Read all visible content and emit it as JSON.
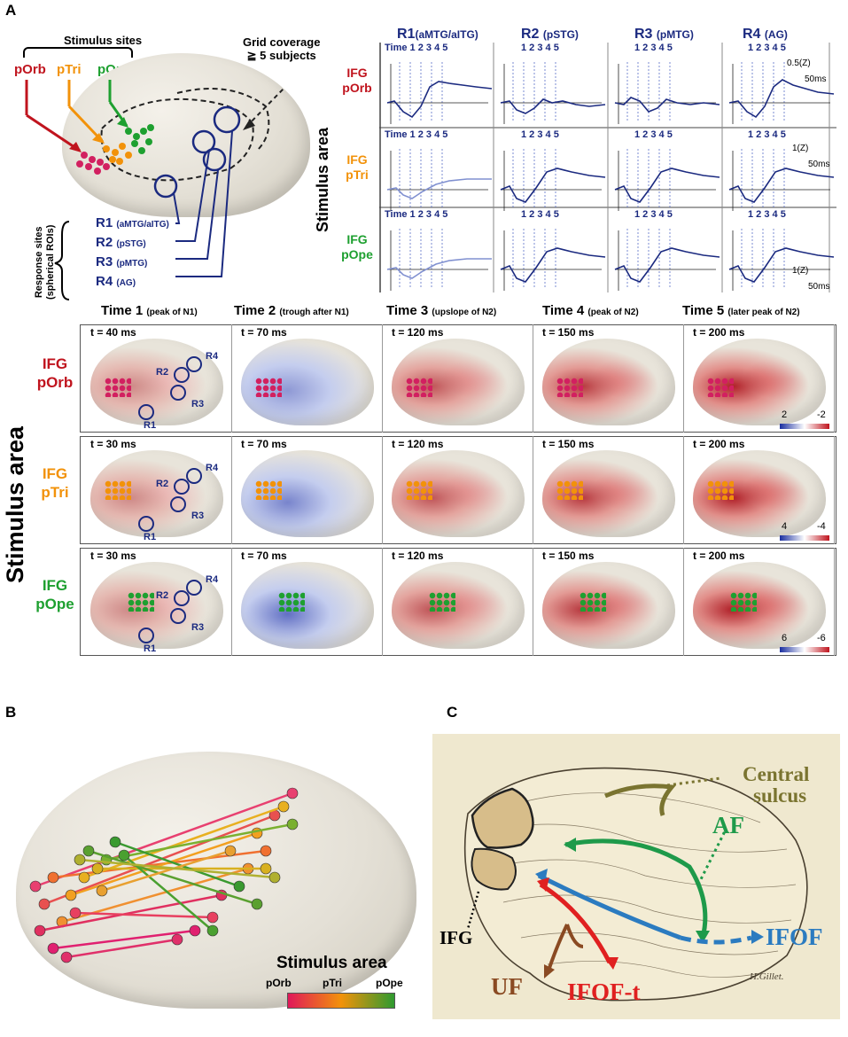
{
  "panels": {
    "a": "A",
    "b": "B",
    "c": "C"
  },
  "colors": {
    "porb": "#c0141e",
    "ptri": "#f2920a",
    "pope": "#1ea030",
    "navy": "#1b2a80",
    "olive": "#7a7430",
    "brown": "#8a4a22",
    "blue": "#2b7bc0"
  },
  "panelA": {
    "stimulus_sites_label": "Stimulus sites",
    "porb": "pOrb",
    "ptri": "pTri",
    "pope": "pOpe",
    "grid_line1": "Grid coverage",
    "grid_line2": "≧ 5 subjects",
    "response_sites_line1": "Response sites",
    "response_sites_line2": "(spherical ROIs)",
    "rois": [
      {
        "id": "R1",
        "desc": "(aMTG/aITG)"
      },
      {
        "id": "R2",
        "desc": "(pSTG)"
      },
      {
        "id": "R3",
        "desc": "(pMTG)"
      },
      {
        "id": "R4",
        "desc": "(AG)"
      }
    ],
    "waveform_headers": [
      {
        "id": "R1",
        "desc": "(aMTG/aITG)"
      },
      {
        "id": "R2",
        "desc": "(pSTG)"
      },
      {
        "id": "R3",
        "desc": "(pMTG)"
      },
      {
        "id": "R4",
        "desc": "(AG)"
      }
    ],
    "stimulus_area_label": "Stimulus area",
    "ifg": "IFG",
    "time_word": "Time",
    "time_ticks": "1 2  3 4  5",
    "scale_05": "0.5(Z)",
    "scale_1": "1(Z)",
    "scale_ms": "50ms",
    "time_columns": [
      {
        "title": "Time 1",
        "sub": "(peak of N1)"
      },
      {
        "title": "Time 2",
        "sub": "(trough after N1)"
      },
      {
        "title": "Time 3",
        "sub": "(upslope of N2)"
      },
      {
        "title": "Time 4",
        "sub": "(peak of N2)"
      },
      {
        "title": "Time 5",
        "sub": "(later peak of N2)"
      }
    ],
    "map_rows": [
      {
        "area": "pOrb",
        "times": [
          "t = 40 ms",
          "t = 70 ms",
          "t = 120 ms",
          "t = 150 ms",
          "t = 200 ms"
        ],
        "cbar_min": "2",
        "cbar_max": "-2"
      },
      {
        "area": "pTri",
        "times": [
          "t = 30 ms",
          "t = 70 ms",
          "t = 120 ms",
          "t = 150 ms",
          "t = 200 ms"
        ],
        "cbar_min": "4",
        "cbar_max": "-4"
      },
      {
        "area": "pOpe",
        "times": [
          "t = 30 ms",
          "t = 70 ms",
          "t = 120 ms",
          "t = 150 ms",
          "t = 200 ms"
        ],
        "cbar_min": "6",
        "cbar_max": "-6"
      }
    ],
    "stimulus_area_big": "Stimulus area"
  },
  "panelB": {
    "legend_title": "Stimulus area",
    "legend_labels": [
      "pOrb",
      "pTri",
      "pOpe"
    ]
  },
  "panelC": {
    "central_line1": "Central",
    "central_line2": "sulcus",
    "af": "AF",
    "ifof": "IFOF",
    "ifg": "IFG",
    "uf": "UF",
    "ifoft": "IFOF-t",
    "signature": "H.Gillet."
  }
}
